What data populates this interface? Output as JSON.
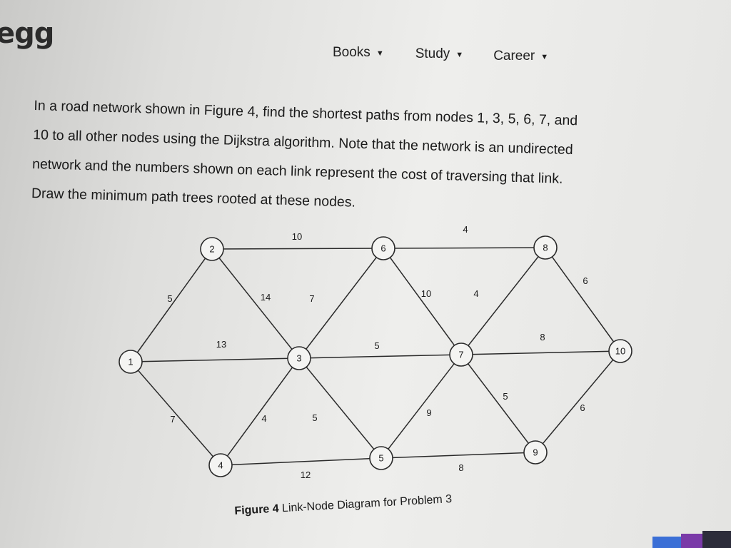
{
  "logo": {
    "text": "egg"
  },
  "nav": {
    "items": [
      {
        "label": "Books"
      },
      {
        "label": "Study"
      },
      {
        "label": "Career"
      }
    ]
  },
  "question": {
    "lines": [
      "In a road network shown in Figure 4, find the shortest paths from nodes 1, 3, 5, 6, 7, and",
      "10 to all other nodes using the Dijkstra algorithm. Note that the network is an undirected",
      "network and the numbers shown on each link represent the cost of traversing that link.",
      "Draw the minimum path trees rooted at these nodes."
    ]
  },
  "figure": {
    "nodes": [
      "1",
      "2",
      "3",
      "4",
      "5",
      "6",
      "7",
      "8",
      "9",
      "10"
    ],
    "edges": [
      {
        "from": "1",
        "to": "2",
        "cost": "5"
      },
      {
        "from": "1",
        "to": "3",
        "cost": "13"
      },
      {
        "from": "1",
        "to": "4",
        "cost": "7"
      },
      {
        "from": "2",
        "to": "6",
        "cost": "10"
      },
      {
        "from": "2",
        "to": "3",
        "cost": "14"
      },
      {
        "from": "3",
        "to": "6",
        "cost": "7"
      },
      {
        "from": "3",
        "to": "7",
        "cost": "5"
      },
      {
        "from": "3",
        "to": "4",
        "cost": "4"
      },
      {
        "from": "3",
        "to": "5",
        "cost": "5"
      },
      {
        "from": "4",
        "to": "5",
        "cost": "12"
      },
      {
        "from": "6",
        "to": "8",
        "cost": "4"
      },
      {
        "from": "6",
        "to": "7",
        "cost": "10"
      },
      {
        "from": "7",
        "to": "8",
        "cost": "4"
      },
      {
        "from": "8",
        "to": "10",
        "cost": "6"
      },
      {
        "from": "7",
        "to": "10",
        "cost": "8"
      },
      {
        "from": "7",
        "to": "5",
        "cost": "9"
      },
      {
        "from": "7",
        "to": "9",
        "cost": "5"
      },
      {
        "from": "5",
        "to": "9",
        "cost": "8"
      },
      {
        "from": "9",
        "to": "10",
        "cost": "6"
      }
    ],
    "caption_bold": "Figure 4",
    "caption_text": "Link-Node Diagram for Problem 3"
  },
  "colors": {
    "node_fill": "#f4f4f2",
    "stroke": "#2a2a2a",
    "text": "#1a1a1a"
  }
}
